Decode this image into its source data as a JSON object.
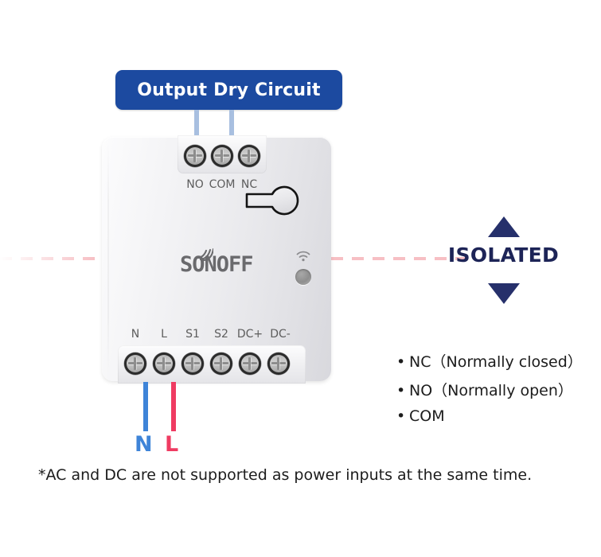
{
  "banner": {
    "label": "Output Dry Circuit"
  },
  "device": {
    "brand": "SONOFF",
    "top_terminals": [
      {
        "label": "NO"
      },
      {
        "label": "COM"
      },
      {
        "label": "NC"
      }
    ],
    "bottom_terminals": [
      {
        "label": "N"
      },
      {
        "label": "L"
      },
      {
        "label": "S1"
      },
      {
        "label": "S2"
      },
      {
        "label": "DC+"
      },
      {
        "label": "DC-"
      }
    ],
    "icons": {
      "signal": "signal-wave-icon",
      "wifi": "wifi-icon",
      "led": "led-indicator",
      "keyhole": "keyhole-mount-icon"
    }
  },
  "wires": [
    {
      "name": "neutral",
      "label": "N",
      "color": "#3e84d8"
    },
    {
      "name": "live",
      "label": "L",
      "color": "#ef3b62"
    }
  ],
  "isolation": {
    "label": "ISOLATED",
    "line_color": "#f7bfc4",
    "arrow_color": "#26306b",
    "text_color": "#1d2457"
  },
  "legend": {
    "items": [
      {
        "bullet": "•",
        "text": "NC（Normally closed）"
      },
      {
        "bullet": "•",
        "text": "NO（Normally open）"
      },
      {
        "bullet": "•",
        "text": "COM"
      }
    ]
  },
  "footnote": {
    "text": "*AC and DC are not supported as power inputs at the same time."
  },
  "colors": {
    "banner_blue": "#1c4aa0",
    "connector_blue": "#a8bfe0",
    "navy": "#1d2457",
    "terminal_label": "#5d5d5d"
  }
}
